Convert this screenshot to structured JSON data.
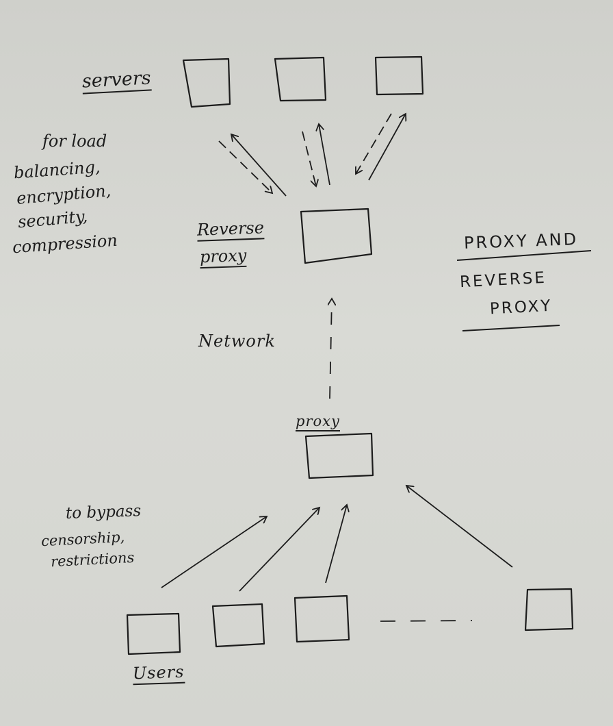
{
  "title": [
    "PROXY AND",
    "REVERSE",
    "PROXY"
  ],
  "labels": {
    "servers": "servers",
    "reverse_proxy": [
      "Reverse",
      "proxy"
    ],
    "reverse_purpose": [
      "for load",
      "balancing,",
      "encryption,",
      "security,",
      "compression"
    ],
    "network": "Network",
    "proxy": "proxy",
    "proxy_purpose": [
      "to bypass",
      "censorship,",
      "restrictions"
    ],
    "users": "Users"
  },
  "colors": {
    "ink": "#1c1c1c",
    "paper": "#d6d7d2"
  }
}
